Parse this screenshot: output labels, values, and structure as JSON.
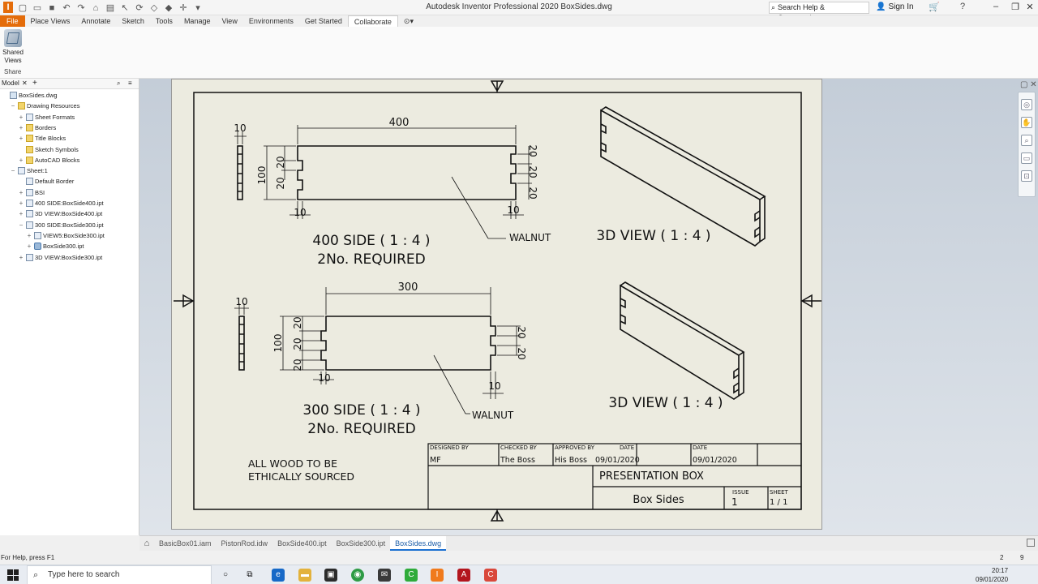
{
  "app": {
    "title": "Autodesk Inventor Professional 2020   BoxSides.dwg",
    "logo": "I",
    "help_search_placeholder": "Search Help & Commands...",
    "sign_in": "Sign In"
  },
  "ribbon": {
    "tabs": [
      "File",
      "Place Views",
      "Annotate",
      "Sketch",
      "Tools",
      "Manage",
      "View",
      "Environments",
      "Get Started",
      "Collaborate"
    ],
    "active_tab": "Collaborate",
    "panel": {
      "button_label": "Shared Views",
      "panel_label": "Share"
    }
  },
  "browser": {
    "tab": "Model",
    "items": [
      {
        "label": "BoxSides.dwg",
        "level": 0,
        "icon": "dwg-icon",
        "expander": ""
      },
      {
        "label": "Drawing Resources",
        "level": 1,
        "icon": "folder-icon",
        "expander": "−"
      },
      {
        "label": "Sheet Formats",
        "level": 2,
        "icon": "sheet-format-icon",
        "expander": "+"
      },
      {
        "label": "Borders",
        "level": 2,
        "icon": "folder-icon",
        "expander": "+"
      },
      {
        "label": "Title Blocks",
        "level": 2,
        "icon": "folder-icon",
        "expander": "+"
      },
      {
        "label": "Sketch Symbols",
        "level": 2,
        "icon": "folder-icon",
        "expander": ""
      },
      {
        "label": "AutoCAD Blocks",
        "level": 2,
        "icon": "folder-icon",
        "expander": "+"
      },
      {
        "label": "Sheet:1",
        "level": 1,
        "icon": "sheet-icon",
        "expander": "−"
      },
      {
        "label": "Default Border",
        "level": 2,
        "icon": "border-icon",
        "expander": ""
      },
      {
        "label": "BSI",
        "level": 2,
        "icon": "titleblock-icon",
        "expander": "+"
      },
      {
        "label": "400 SIDE:BoxSide400.ipt",
        "level": 2,
        "icon": "view-icon",
        "expander": "+"
      },
      {
        "label": "3D VIEW:BoxSide400.ipt",
        "level": 2,
        "icon": "view-icon",
        "expander": "+"
      },
      {
        "label": "300 SIDE:BoxSide300.ipt",
        "level": 2,
        "icon": "view-icon",
        "expander": "−"
      },
      {
        "label": "VIEW5:BoxSide300.ipt",
        "level": 3,
        "icon": "view-icon",
        "expander": "+"
      },
      {
        "label": "BoxSide300.ipt",
        "level": 3,
        "icon": "part-icon",
        "expander": "+"
      },
      {
        "label": "3D VIEW:BoxSide300.ipt",
        "level": 2,
        "icon": "view-icon",
        "expander": "+"
      }
    ]
  },
  "drawing": {
    "view1": {
      "title": "400 SIDE ( 1 : 4 )",
      "required": "2No. REQUIRED",
      "length": "400",
      "thickness": "10",
      "height": "100",
      "pin": "20",
      "tenon": "10",
      "material": "WALNUT"
    },
    "view2": {
      "title": "3D VIEW ( 1 : 4 )"
    },
    "view3": {
      "title": "300 SIDE ( 1 : 4 )",
      "required": "2No. REQUIRED",
      "length": "300",
      "thickness": "10",
      "height": "100",
      "pin": "20",
      "tenon": "10",
      "material": "WALNUT"
    },
    "view4": {
      "title": "3D VIEW ( 1 : 4 )"
    },
    "note_line1": "ALL WOOD TO BE",
    "note_line2": "ETHICALLY SOURCED",
    "title_block": {
      "designed_by_label": "DESIGNED BY",
      "designed_by": "MF",
      "checked_by_label": "CHECKED BY",
      "checked_by": "The Boss",
      "approved_by_label": "APPROVED BY",
      "approved_by": "His Boss",
      "date_label": "DATE",
      "approved_date": "09/01/2020",
      "date2_label": "DATE",
      "date2": "09/01/2020",
      "title": "PRESENTATION BOX",
      "subtitle": "Box Sides",
      "issue_label": "ISSUE",
      "issue": "1",
      "sheet_label": "SHEET",
      "sheet": "1 / 1"
    }
  },
  "document_tabs": [
    "BasicBox01.iam",
    "PistonRod.idw",
    "BoxSide400.ipt",
    "BoxSide300.ipt",
    "BoxSides.dwg"
  ],
  "active_document": "BoxSides.dwg",
  "status": {
    "help": "For Help, press F1",
    "count1": "2",
    "count2": "9"
  },
  "taskbar": {
    "search_placeholder": "Type here to search",
    "time": "20:17",
    "date": "09/01/2020"
  },
  "colors": {
    "file_tab": "#e46c0a",
    "sheet_paper": "#ecebe0",
    "active_doc_tab": "#1a6fd1"
  }
}
